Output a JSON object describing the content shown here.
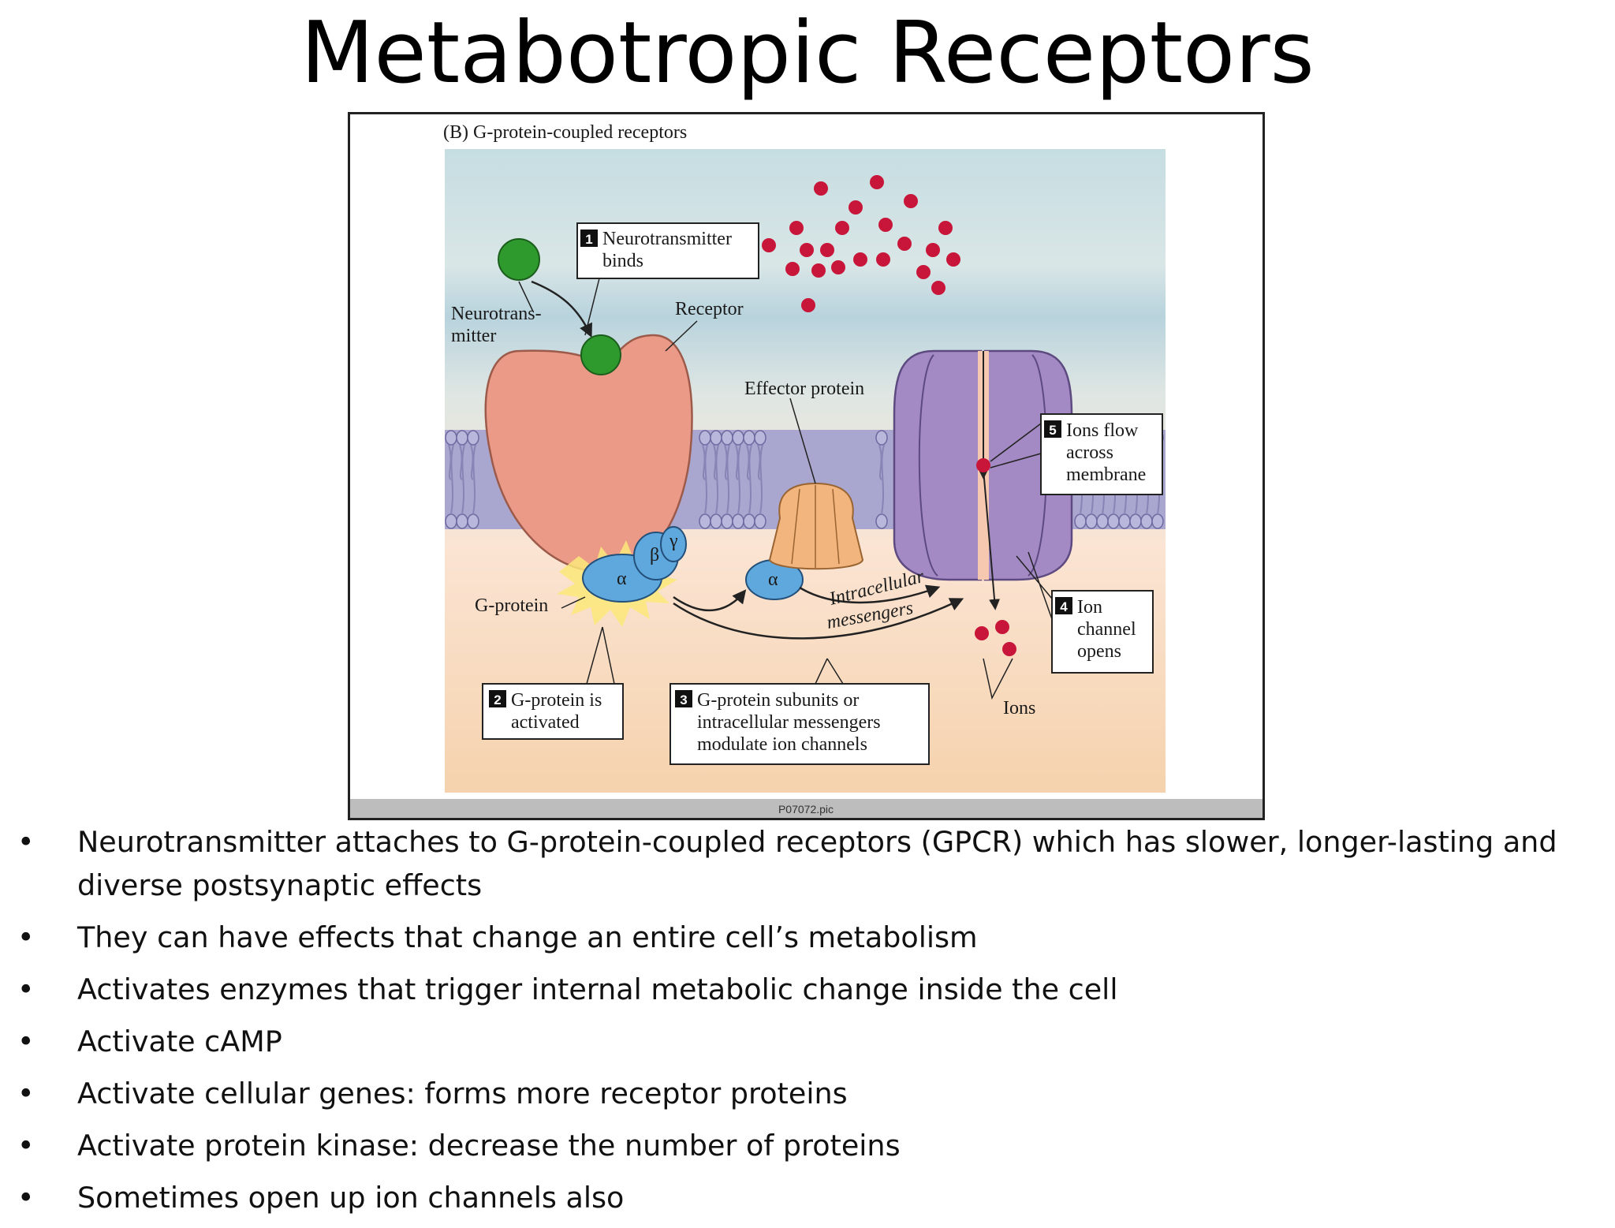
{
  "slide": {
    "title": "Metabotropic Receptors",
    "bullets": [
      "Neurotransmitter attaches to G-protein-coupled receptors (GPCR) which has slower, longer-lasting and diverse postsynaptic effects",
      "They can have effects that change an entire cell’s metabolism",
      "Activates enzymes that trigger internal metabolic change inside the cell",
      "Activate cAMP",
      "Activate cellular genes: forms more receptor proteins",
      "Activate protein kinase: decrease the number of proteins",
      "Sometimes open up ion channels also"
    ],
    "bullet_glyph": "•"
  },
  "figure": {
    "caption": "(B) G-protein-coupled receptors",
    "footer": "P07072.pic",
    "labels": {
      "neurotransmitter_l1": "Neurotrans-",
      "neurotransmitter_l2": "mitter",
      "receptor": "Receptor",
      "effector_protein": "Effector protein",
      "g_protein": "G-protein",
      "intracellular": "Intracellular",
      "messengers": "messengers",
      "ions": "Ions",
      "alpha": "α",
      "beta": "β",
      "gamma": "γ"
    },
    "steps": [
      {
        "num": "1",
        "lines": [
          "Neurotransmitter",
          "binds"
        ]
      },
      {
        "num": "2",
        "lines": [
          "G-protein is",
          "activated"
        ]
      },
      {
        "num": "3",
        "lines": [
          "G-protein subunits or",
          "intracellular messengers",
          "modulate ion channels"
        ]
      },
      {
        "num": "4",
        "lines": [
          "Ion",
          "channel",
          "opens"
        ]
      },
      {
        "num": "5",
        "lines": [
          "Ions flow",
          "across",
          "membrane"
        ]
      }
    ],
    "colors": {
      "neurotransmitter": "#2e9a2e",
      "receptor": "#ec9a88",
      "g_protein": "#5fa8dd",
      "effector": "#f1b57d",
      "ion_channel": "#a48ac4",
      "ion": "#c8163a",
      "membrane": "#b0aed0"
    }
  }
}
